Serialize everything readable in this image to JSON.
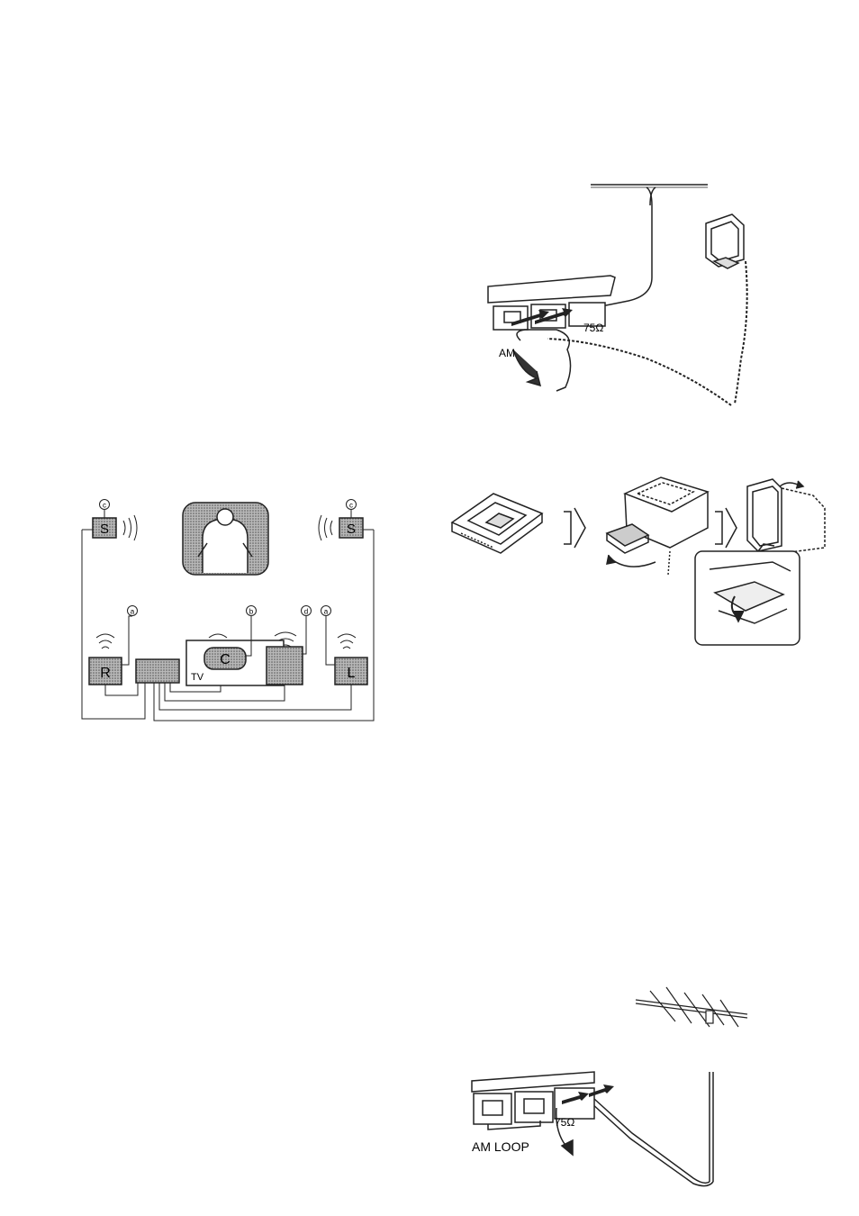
{
  "speaker_diagram": {
    "markers": {
      "a": "a",
      "b": "b",
      "c": "c",
      "d": "d"
    },
    "speakers": {
      "surround": "S",
      "right": "R",
      "center": "C",
      "left": "L"
    },
    "tv_label": "TV"
  },
  "am_loop_diagram": {
    "terminal_label": "AM",
    "impedance_label": "75Ω"
  },
  "outdoor_antenna_diagram": {
    "terminal_label": "AM LOOP",
    "impedance_label": "75Ω"
  },
  "colors": {
    "speaker_fill": "#9a9a9a",
    "line": "#222222",
    "background": "#ffffff"
  }
}
